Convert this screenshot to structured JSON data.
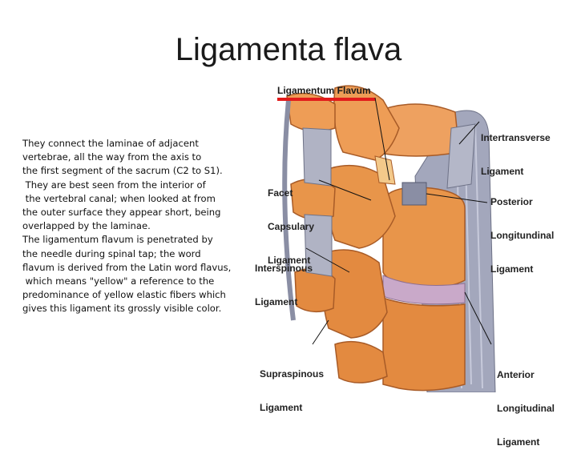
{
  "slide": {
    "title": "Ligamenta flava",
    "body_lines": [
      "They connect the laminae of adjacent",
      "vertebrae, all the way from the axis to",
      "the first segment of the sacrum (C2 to S1).",
      " They are best seen from the interior of",
      " the vertebral canal; when looked at from",
      "the outer surface they appear short, being",
      "overlapped by the laminae.",
      "The ligamentum flavum is penetrated by",
      "the needle during spinal tap; the word",
      "flavum is derived from the Latin word flavus,",
      " which means \"yellow\" a reference to the",
      "predominance of yellow elastic fibers which",
      "gives this ligament its grossly visible color."
    ]
  },
  "figure": {
    "labels": {
      "ligamentum_flavum": "Ligamentum Flavum",
      "intertransverse": [
        "Intertransverse",
        "Ligament"
      ],
      "facet_capsulary": [
        "Facet",
        "Capsulary",
        "Ligament"
      ],
      "posterior_longitudinal": [
        "Posterior",
        "Longitundinal",
        "Ligament"
      ],
      "interspinous": [
        "Interspinous",
        "Ligament"
      ],
      "supraspinous": [
        "Supraspinous",
        "Ligament"
      ],
      "anterior_longitudinal": [
        "Anterior",
        "Longitudinal",
        "Ligament"
      ]
    },
    "colors": {
      "bone": "#e8954a",
      "bone_dark": "#b8602a",
      "ligament_gray": "#9fa3b8",
      "disc": "#c9a9c9",
      "highlight_underline": "#e21b1b"
    }
  }
}
